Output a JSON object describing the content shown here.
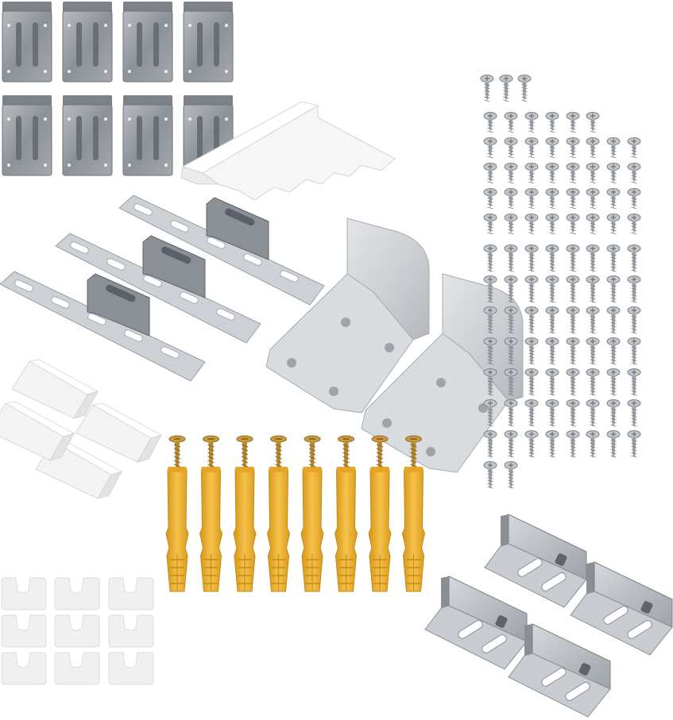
{
  "image": {
    "subject": "furniture-mounting-hardware-kit",
    "background": "#ffffff",
    "colors": {
      "steel_dark": "#8d9298",
      "steel_light": "#c9ccd0",
      "steel_edge": "#6f747a",
      "aluminum": "#d3d6da",
      "plastic_white": "#f4f4f4",
      "plastic_shadow": "#dcdcdc",
      "dowel_yellow": "#f2b431",
      "dowel_dark": "#d49416",
      "screw": "#a7abb0"
    },
    "groups": [
      {
        "name": "flush-mount-plates",
        "count": 8
      },
      {
        "name": "white-corner-rail",
        "count": 1
      },
      {
        "name": "slotted-rail-brackets",
        "count": 3
      },
      {
        "name": "aluminum-angle-brackets",
        "count": 2
      },
      {
        "name": "white-l-blocks",
        "count": 4
      },
      {
        "name": "wall-plugs-with-screws",
        "count": 8
      },
      {
        "name": "white-spacer-shims",
        "count": 9
      },
      {
        "name": "wood-screws",
        "count": 103
      },
      {
        "name": "z-clip-brackets",
        "count": 4
      }
    ]
  }
}
